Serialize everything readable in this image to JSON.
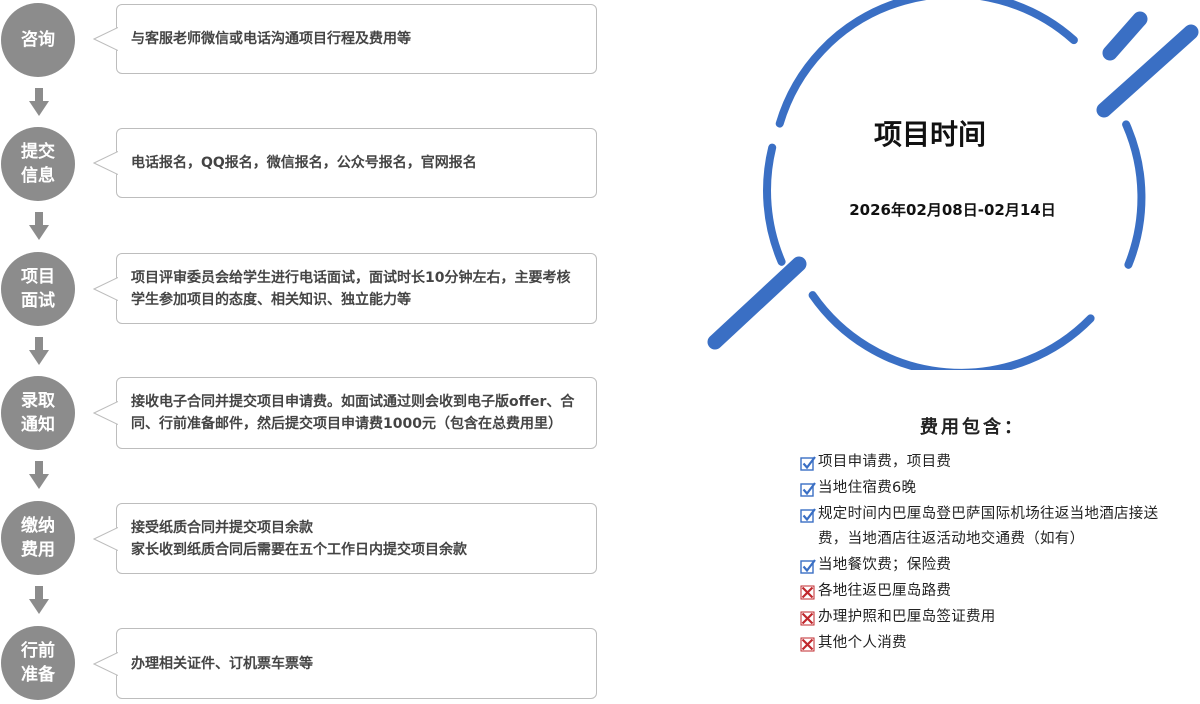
{
  "steps": [
    {
      "title": "咨询",
      "text": "与客服老师微信或电话沟通项目行程及费用等"
    },
    {
      "title": "提交信息",
      "text": "电话报名，QQ报名，微信报名，公众号报名，官网报名"
    },
    {
      "title": "项目面试",
      "text": "项目评审委员会给学生进行电话面试，面试时长10分钟左右，主要考核学生参加项目的态度、相关知识、独立能力等"
    },
    {
      "title": "录取通知",
      "text": "接收电子合同并提交项目申请费。如面试通过则会收到电子版offer、合同、行前准备邮件，然后提交项目申请费1000元（包含在总费用里）"
    },
    {
      "title": "缴纳费用",
      "text": "接受纸质合同并提交项目余款\n家长收到纸质合同后需要在五个工作日内提交项目余款"
    },
    {
      "title": "行前准备",
      "text": "办理相关证件、订机票车票等"
    }
  ],
  "project_time": {
    "title": "项目时间",
    "date": "2026年02月08日-02月14日"
  },
  "fees": {
    "title": "费用包含：",
    "items": [
      {
        "text": "项目申请费，项目费",
        "included": true
      },
      {
        "text": "当地住宿费6晚",
        "included": true
      },
      {
        "text": "规定时间内巴厘岛登巴萨国际机场往返当地酒店接送费，当地酒店往返活动地交通费（如有）",
        "included": true
      },
      {
        "text": "当地餐饮费；保险费",
        "included": true
      },
      {
        "text": "各地往返巴厘岛路费",
        "included": false
      },
      {
        "text": "办理护照和巴厘岛签证费用",
        "included": false
      },
      {
        "text": "其他个人消费",
        "included": false
      }
    ]
  },
  "colors": {
    "accent": "#3a6fc4",
    "step": "#8c8c8c",
    "cross": "#c0282d"
  }
}
